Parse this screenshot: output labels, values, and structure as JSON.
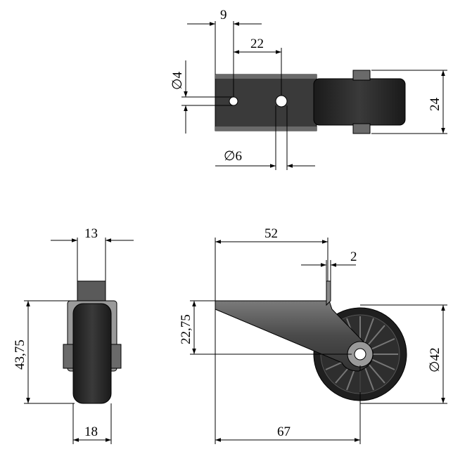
{
  "colors": {
    "line": "#000000",
    "part_dark": "#2a2a2a",
    "part_mid": "#555555",
    "part_light": "#8a8a8a",
    "background": "#ffffff"
  },
  "top_view": {
    "dim_hole_offset": "9",
    "dim_hole_spacing": "22",
    "dim_small_hole": "∅4",
    "dim_large_hole": "∅6",
    "dim_width": "24"
  },
  "front_view": {
    "dim_wheel_width_top": "13",
    "dim_height": "43,75",
    "dim_wheel_width_bottom": "18"
  },
  "side_view": {
    "dim_length": "52",
    "dim_flange": "2",
    "dim_axle_height": "22,75",
    "dim_wheel_diameter": "∅42",
    "dim_overall_length": "67"
  }
}
